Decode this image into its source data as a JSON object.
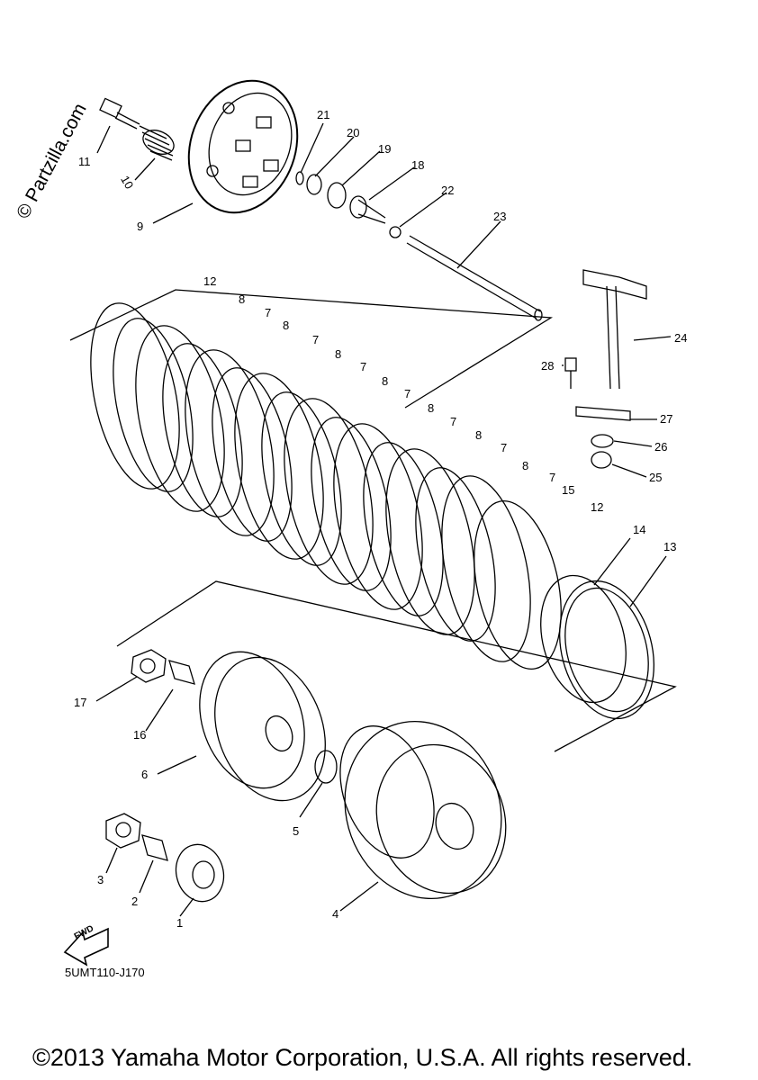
{
  "watermark": "© Partzilla.com",
  "diagram_code": "5UMT110-J170",
  "fwd_label": "FWD",
  "copyright": "©2013 Yamaha Motor Corporation, U.S.A. All rights reserved.",
  "callouts": {
    "c1": "1",
    "c2": "2",
    "c3": "3",
    "c4": "4",
    "c5": "5",
    "c6": "6",
    "c7a": "7",
    "c7b": "7",
    "c7c": "7",
    "c7d": "7",
    "c7e": "7",
    "c7f": "7",
    "c7g": "7",
    "c8a": "8",
    "c8b": "8",
    "c8c": "8",
    "c8d": "8",
    "c8e": "8",
    "c8f": "8",
    "c8g": "8",
    "c9": "9",
    "c10": "10",
    "c11": "11",
    "c12a": "12",
    "c12b": "12",
    "c13": "13",
    "c14": "14",
    "c15": "15",
    "c16": "16",
    "c17": "17",
    "c18": "18",
    "c19": "19",
    "c20": "20",
    "c21": "21",
    "c22": "22",
    "c23": "23",
    "c24": "24",
    "c25": "25",
    "c26": "26",
    "c27": "27",
    "c28": "28"
  }
}
